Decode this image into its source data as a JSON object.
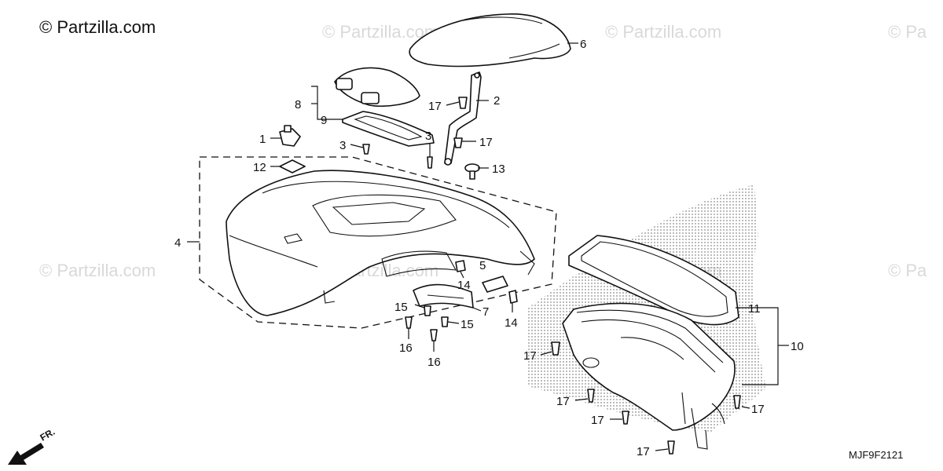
{
  "watermark": {
    "main": "© Partzilla.com",
    "faint": "© Partzilla.com",
    "faint_cut": "© Pa"
  },
  "diagram_code": "MJF9F2121",
  "front_arrow_label": "FR.",
  "labels": {
    "l1": "1",
    "l2": "2",
    "l3a": "3",
    "l3b": "3",
    "l4": "4",
    "l5": "5",
    "l6": "6",
    "l7": "7",
    "l8": "8",
    "l9": "9",
    "l10": "10",
    "l11": "11",
    "l12": "12",
    "l13": "13",
    "l14a": "14",
    "l14b": "14",
    "l15a": "15",
    "l15b": "15",
    "l16a": "16",
    "l16b": "16",
    "l17a": "17",
    "l17b": "17",
    "l17c": "17",
    "l17d": "17",
    "l17e": "17",
    "l17f": "17",
    "l17g": "17"
  }
}
